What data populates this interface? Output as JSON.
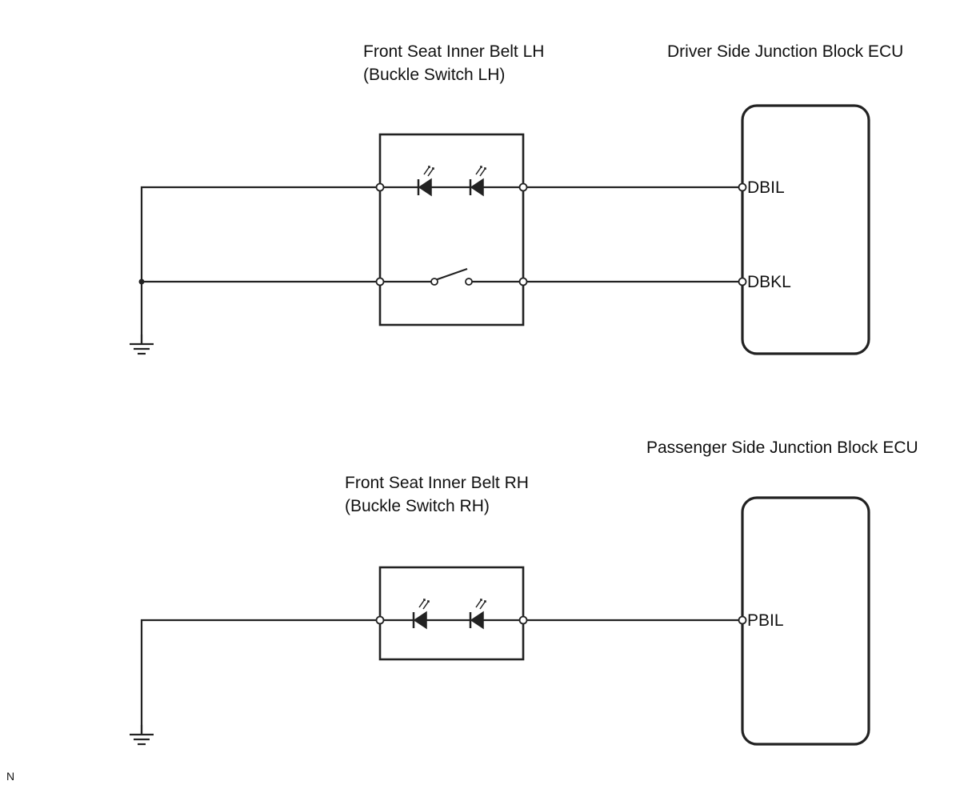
{
  "top_section": {
    "component_label": [
      "Front Seat Inner Belt LH",
      "(Buckle Switch LH)"
    ],
    "ecu_label": "Driver Side Junction Block ECU",
    "pins": [
      "DBIL",
      "DBKL"
    ]
  },
  "bottom_section": {
    "component_label": [
      "Front Seat Inner Belt RH",
      "(Buckle Switch RH)"
    ],
    "ecu_label": "Passenger Side Junction Block ECU",
    "pins": [
      "PBIL"
    ]
  },
  "footer_mark": "N",
  "colors": {
    "line": "#222222",
    "background": "#ffffff"
  },
  "icons": [
    "led-icon",
    "switch-icon",
    "ground-icon"
  ]
}
